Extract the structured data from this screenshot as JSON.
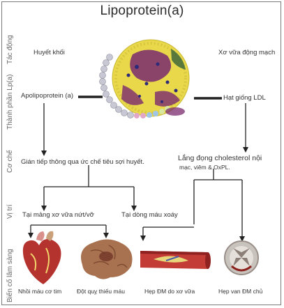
{
  "title": "Lipoprotein(a)",
  "row_labels": {
    "tac_dong": "Tác động",
    "thanh_phan": "Thành phần Lp(a)",
    "co_che": "Cơ chế",
    "vi_tri": "Vị trí",
    "bien_co": "Biến cố lâm sàng"
  },
  "labels": {
    "huyet_khoi": "Huyết khối",
    "xo_vua": "Xơ vữa động mạch",
    "apolipoprotein": "Apolipoprotein (a)",
    "hat_giong": "Hạt giống LDL",
    "gian_tiep": "Gián tiếp thông qua ức chế tiêu sợi huyết.",
    "lang_dong_1": "Lắng đọng cholesterol nội",
    "lang_dong_2": "mạc, viêm & OxPL.",
    "mang_xo_vua": "Tại mảng xơ vữa nứt/vỡ",
    "dong_mau_xoay": "Tại dòng máu xoáy",
    "nhoi_mau": "Nhồi máu cơ tim",
    "dot_quy": "Đột quỵ thiếu máu",
    "hep_dm": "Hẹp ĐM do xơ vữa",
    "hep_van": "Hẹp van ĐM chủ"
  },
  "colors": {
    "particle_core": "#e8d84a",
    "protein_purple": "#7a2a6e",
    "apo_chain": "#c8c8d4",
    "heart_red": "#b5332e",
    "brain_tan": "#a8714f",
    "artery_red": "#c43c36",
    "valve_grey": "#c9c3be",
    "line": "#222222"
  }
}
